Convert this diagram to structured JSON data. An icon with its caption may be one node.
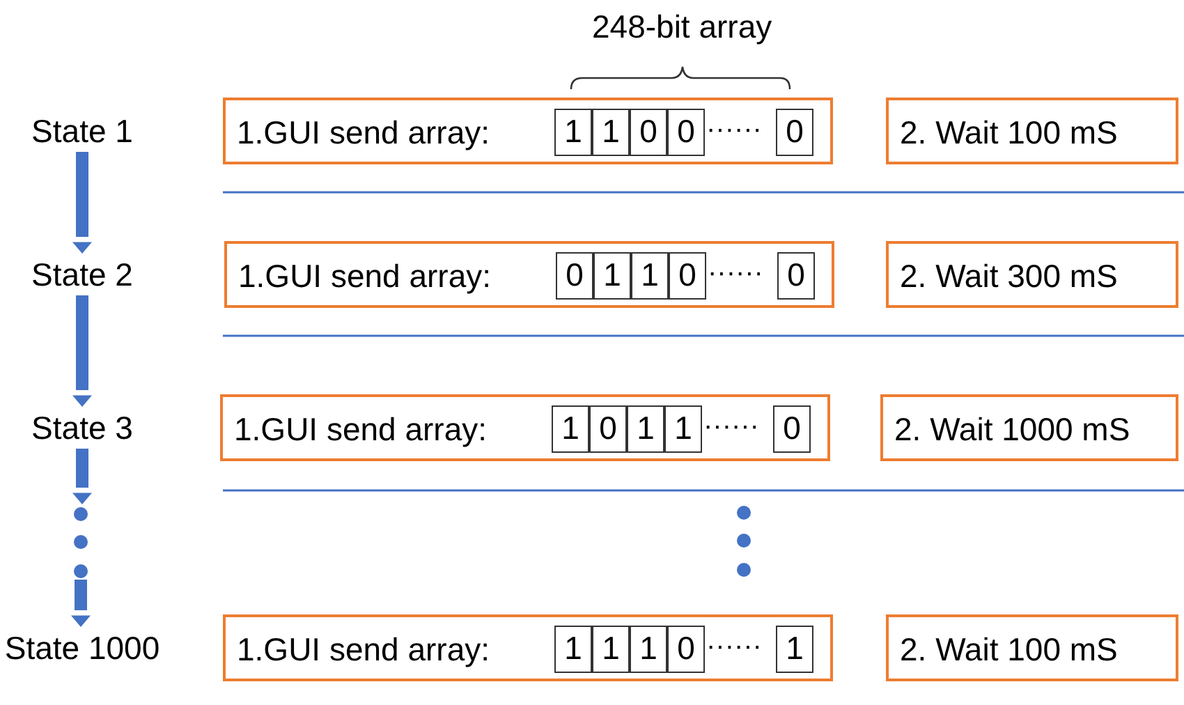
{
  "diagram": {
    "nodes": [
      {
        "text": [
          "State 1"
        ]
      },
      {
        "text": [
          "1.GUI send array:"
        ]
      },
      {
        "text": [
          "1"
        ],
        "in": 1
      },
      {
        "text": [
          "1"
        ],
        "in": 1
      },
      {
        "text": [
          "0"
        ],
        "in": 1
      },
      {
        "text": [
          "0"
        ],
        "in": 1
      },
      {
        "text": [
          "0"
        ],
        "in": 1
      },
      {
        "text": [
          "2. Wait 100 mS"
        ]
      },
      {
        "text": [
          "State 2"
        ]
      },
      {
        "text": [
          "1.GUI send array:"
        ]
      },
      {
        "text": [
          "0"
        ],
        "in": 9
      },
      {
        "text": [
          "1"
        ],
        "in": 9
      },
      {
        "text": [
          "1"
        ],
        "in": 9
      },
      {
        "text": [
          "0"
        ],
        "in": 9
      },
      {
        "text": [
          "0"
        ],
        "in": 9
      },
      {
        "text": [
          "2. Wait 300 mS"
        ]
      },
      {
        "text": [
          "State 3"
        ]
      },
      {
        "text": [
          "1.GUI send array:"
        ]
      },
      {
        "text": [
          "1"
        ],
        "in": 17
      },
      {
        "text": [
          "0"
        ],
        "in": 17
      },
      {
        "text": [
          "1"
        ],
        "in": 17
      },
      {
        "text": [
          "1"
        ],
        "in": 17
      },
      {
        "text": [
          "0"
        ],
        "in": 17
      },
      {
        "text": [
          "2. Wait 1000 mS"
        ]
      },
      {
        "text": [
          "State 1000"
        ]
      },
      {
        "text": [
          "1.GUI send array:"
        ]
      },
      {
        "text": [
          "1"
        ],
        "in": 25
      },
      {
        "text": [
          "1"
        ],
        "in": 25
      },
      {
        "text": [
          "1"
        ],
        "in": 25
      },
      {
        "text": [
          "0"
        ],
        "in": 25
      },
      {
        "text": [
          "1"
        ],
        "in": 25
      },
      {
        "text": [
          "2. Wait 100 mS"
        ]
      },
      {
        "text": [],
        "shape": "dots"
      },
      {
        "text": [],
        "shape": "dots"
      }
    ],
    "edges": [
      {
        "from": 0,
        "to": 8,
        "arrow": "to"
      },
      {
        "from": 8,
        "to": 16,
        "arrow": "to"
      },
      {
        "from": 16,
        "to": 32,
        "arrow": "to"
      },
      {
        "from": 32,
        "to": 24,
        "arrow": "to"
      }
    ],
    "labels": [
      "248-bit array",
      "······",
      "······",
      "······",
      "······"
    ]
  }
}
